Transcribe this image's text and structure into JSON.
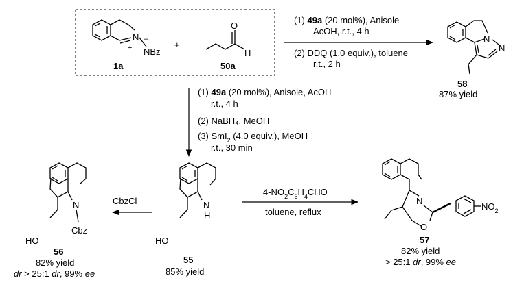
{
  "scheme": {
    "box": {
      "left_compound": {
        "label": "1a",
        "atom_N": "N",
        "charge_plus": "+",
        "charge_minus": "–",
        "group": "NBz"
      },
      "plus": "+",
      "right_compound": {
        "label": "50a",
        "atom_O": "O",
        "atom_H": "H"
      }
    },
    "top_arrow": {
      "step1_prefix": "(1) ",
      "step1_cat": "49a",
      "step1_rest": " (20 mol%), Anisole",
      "step1_line2": "AcOH, r.t., 4 h",
      "step2_line1": "(2) DDQ (1.0 equiv.), toluene",
      "step2_line2": "r.t., 2 h"
    },
    "product_58": {
      "label": "58",
      "yield": "87% yield",
      "atom_N1": "N",
      "atom_N2": "N",
      "dot": "·"
    },
    "down_arrow": {
      "step1_prefix": "(1) ",
      "step1_cat": "49a",
      "step1_rest": " (20 mol%), Anisole, AcOH",
      "step1_line2": "r.t., 4 h",
      "step2": "(2) NaBH₄, MeOH",
      "step3_prefix": "(3) SmI",
      "step3_sub": "2",
      "step3_rest": " (4.0 equiv.), MeOH",
      "step3_line2": "r.t., 30 min"
    },
    "product_55": {
      "label": "55",
      "yield": "85% yield",
      "atom_NH_N": "N",
      "atom_NH_H": "H",
      "ho": "HO"
    },
    "left_arrow": {
      "reagent": "CbzCl"
    },
    "product_56": {
      "label": "56",
      "yield": "82% yield",
      "dr_prefix": "dr",
      "dr_text": " > 25:1 ",
      "dr_word": "dr",
      "ee_text": ", 99% ",
      "ee_word": "ee",
      "atom_N": "N",
      "cbz": "Cbz",
      "ho": "HO"
    },
    "right_arrow": {
      "reagent_prefix": "4-NO",
      "reagent_sub1": "2",
      "reagent_mid": "C",
      "reagent_sub2": "6",
      "reagent_mid2": "H",
      "reagent_sub3": "4",
      "reagent_end": "CHO",
      "conditions": "toluene, reflux"
    },
    "product_57": {
      "label": "57",
      "yield": "82% yield",
      "sel_prefix": "> 25:1 ",
      "sel_dr": "dr",
      "sel_mid": ", 99% ",
      "sel_ee": "ee",
      "atom_N": "N",
      "atom_O": "O",
      "no2_prefix": "NO",
      "no2_sub": "2"
    }
  }
}
